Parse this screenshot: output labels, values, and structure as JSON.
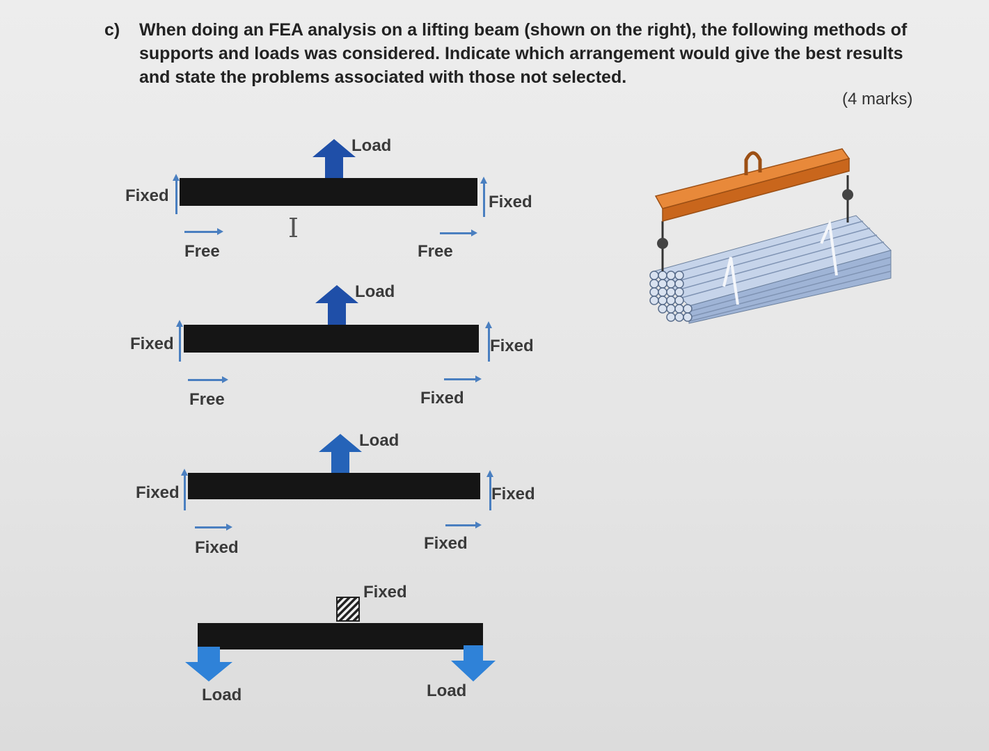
{
  "question": {
    "number": "c)",
    "text": "When doing an FEA analysis on a lifting beam (shown on the right), the following methods of supports and loads was considered. Indicate which arrangement would give the best results and state the problems associated with those not selected.",
    "marks": "(4 marks)"
  },
  "diagrams": [
    {
      "top_label": "Load",
      "left_end": "Fixed",
      "right_end": "Fixed",
      "left_bottom": "Free",
      "right_bottom": "Free"
    },
    {
      "top_label": "Load",
      "left_end": "Fixed",
      "right_end": "Fixed",
      "left_bottom": "Free",
      "right_bottom": "Fixed"
    },
    {
      "top_label": "Load",
      "left_end": "Fixed",
      "right_end": "Fixed",
      "left_bottom": "Fixed",
      "right_bottom": "Fixed"
    },
    {
      "top_label": "Fixed",
      "left_bottom": "Load",
      "right_bottom": "Load"
    }
  ],
  "colors": {
    "beam": "#151515",
    "load_arrow": "#1f4fa8",
    "support_arrow": "#4a7fc0",
    "spreader_beam": "#e07a2a",
    "pipes": "#a9bfe0"
  },
  "icons": [
    "text-cursor-icon",
    "hatched-fixed-support-icon",
    "lifting-beam-illustration"
  ]
}
